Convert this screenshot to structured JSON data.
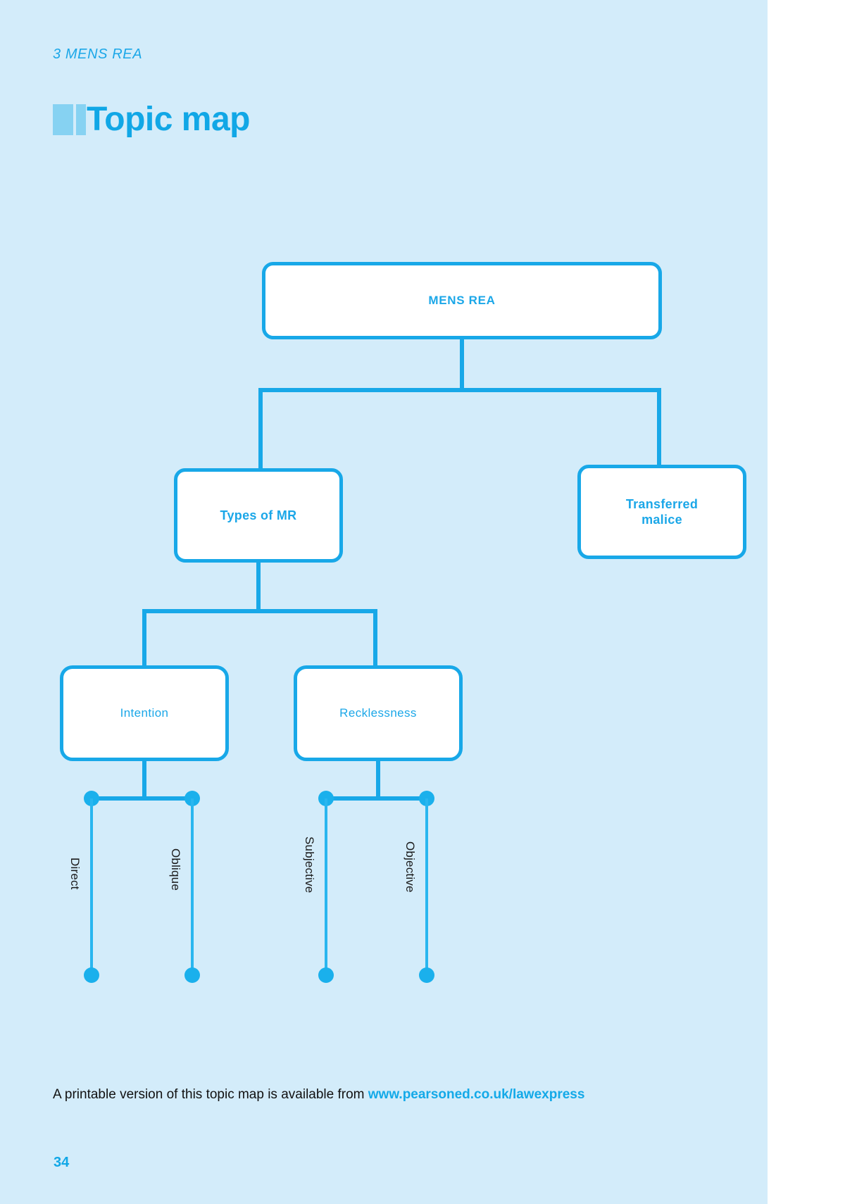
{
  "page": {
    "running_head": "3 MENS REA",
    "title": "Topic map",
    "page_number": "34",
    "background_color": "#d3ecfa",
    "accent_color": "#18a8e8",
    "title_color": "#11a7e6"
  },
  "diagram": {
    "type": "tree",
    "root": {
      "label": "MENS REA"
    },
    "level2": [
      {
        "label": "Types of MR"
      },
      {
        "label": "Transferred\nmalice",
        "line1": "Transferred",
        "line2": "malice"
      }
    ],
    "level3": [
      {
        "label": "Intention"
      },
      {
        "label": "Recklessness"
      }
    ],
    "pins": [
      {
        "label": "Direct",
        "parent": "Intention"
      },
      {
        "label": "Oblique",
        "parent": "Intention"
      },
      {
        "label": "Subjective",
        "parent": "Recklessness"
      },
      {
        "label": "Objective",
        "parent": "Recklessness"
      }
    ]
  },
  "footer": {
    "note_text": "A printable version of this topic map is available from ",
    "url": "www.pearsoned.co.uk/lawexpress"
  }
}
